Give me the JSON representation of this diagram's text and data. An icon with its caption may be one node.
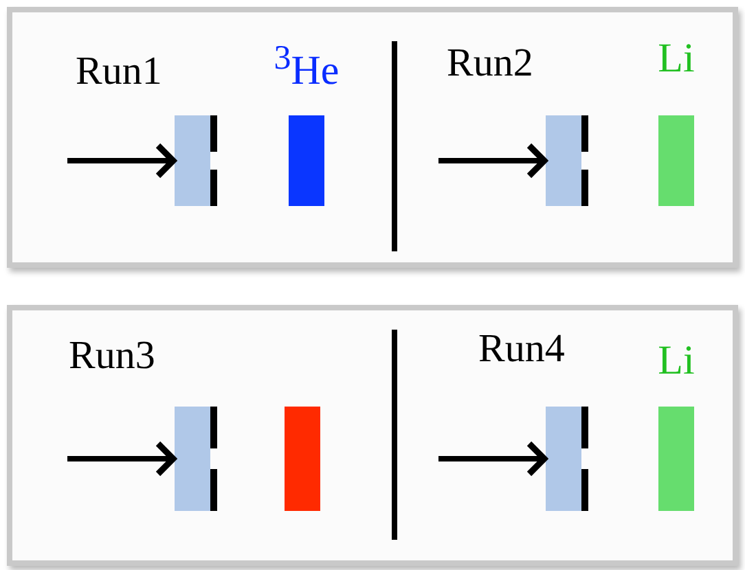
{
  "diagram": {
    "nodes": [
      {
        "text": [],
        "shape": "box"
      },
      {
        "text": [],
        "shape": "bar",
        "in": 0
      },
      {
        "text": [
          "$^{3}$He"
        ],
        "in": 0
      },
      {
        "text": [],
        "shape": "bar",
        "in": 0
      },
      {
        "text": [
          "Li"
        ],
        "in": 0
      },
      {
        "text": [],
        "shape": "box"
      },
      {
        "text": [],
        "shape": "bar",
        "in": 5
      },
      {
        "text": [],
        "shape": "bar",
        "in": 5
      },
      {
        "text": [],
        "shape": "bar",
        "in": 5
      },
      {
        "text": [
          "Li"
        ],
        "in": 5
      }
    ],
    "edges": [
      {
        "from": null,
        "to": 1,
        "arrow": "to"
      },
      {
        "from": null,
        "to": 3,
        "arrow": "to"
      },
      {
        "from": null,
        "to": 6,
        "arrow": "to"
      },
      {
        "from": null,
        "to": 8,
        "arrow": "to"
      }
    ],
    "labels": [
      "Run1",
      "Run2",
      "Run3",
      "Run4"
    ]
  }
}
